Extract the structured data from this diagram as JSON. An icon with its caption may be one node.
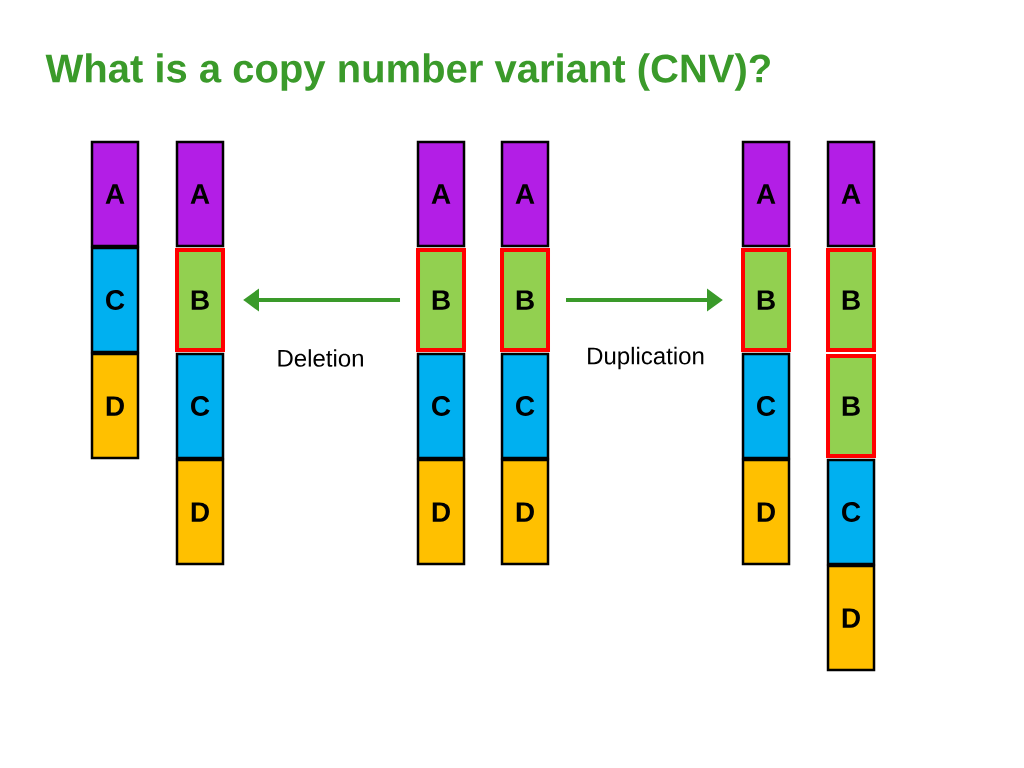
{
  "diagram": {
    "title": "What is a copy number variant (CNV)?",
    "nodes": [
      {
        "text": [
          "A"
        ]
      },
      {
        "text": [
          "C"
        ]
      },
      {
        "text": [
          "D"
        ]
      },
      {
        "text": [
          "A"
        ]
      },
      {
        "text": [
          "B"
        ]
      },
      {
        "text": [
          "C"
        ]
      },
      {
        "text": [
          "D"
        ]
      },
      {
        "text": [
          "A"
        ]
      },
      {
        "text": [
          "B"
        ]
      },
      {
        "text": [
          "C"
        ]
      },
      {
        "text": [
          "D"
        ]
      },
      {
        "text": [
          "A"
        ]
      },
      {
        "text": [
          "B"
        ]
      },
      {
        "text": [
          "C"
        ]
      },
      {
        "text": [
          "D"
        ]
      },
      {
        "text": [
          "A"
        ]
      },
      {
        "text": [
          "B"
        ]
      },
      {
        "text": [
          "C"
        ]
      },
      {
        "text": [
          "D"
        ]
      },
      {
        "text": [
          "A"
        ]
      },
      {
        "text": [
          "B"
        ]
      },
      {
        "text": [
          "B"
        ]
      },
      {
        "text": [
          "C"
        ]
      },
      {
        "text": [
          "D"
        ]
      }
    ],
    "edges": [
      {
        "from": 8,
        "to": 4,
        "arrow": "to",
        "label": "Deletion"
      },
      {
        "from": 12,
        "to": 16,
        "arrow": "to",
        "label": "Duplication"
      }
    ]
  }
}
